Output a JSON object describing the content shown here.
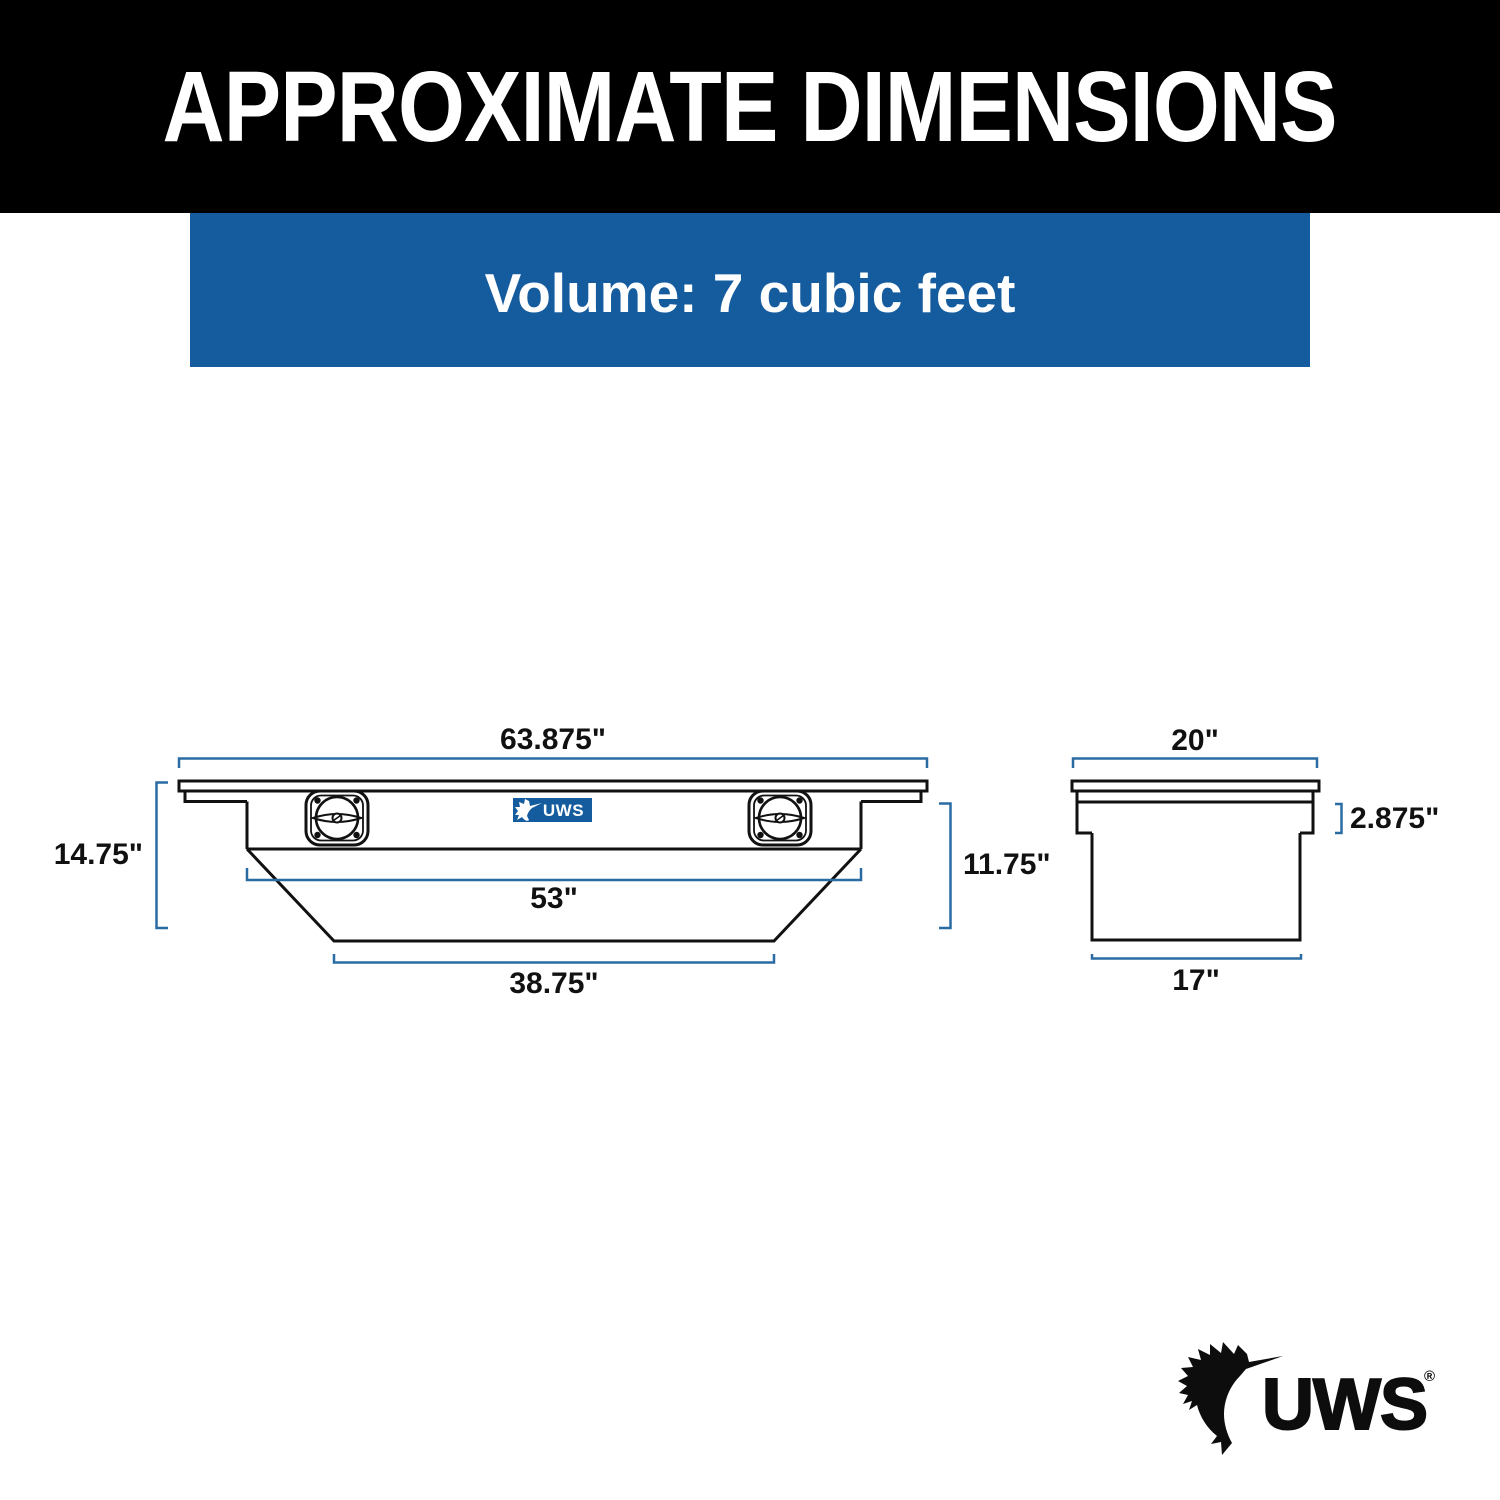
{
  "header": {
    "title": "APPROXIMATE DIMENSIONS"
  },
  "volume_banner": {
    "text": "Volume: 7 cubic feet"
  },
  "front_view": {
    "description": "front elevation of low-profile crossover truck tool box",
    "dims": {
      "top_width": "63.875\"",
      "body_width": "53\"",
      "bottom_width": "38.75\"",
      "overall_height": "14.75\"",
      "body_height": "11.75\""
    },
    "logo_text": "UWS"
  },
  "side_view": {
    "description": "end elevation of tool box",
    "dims": {
      "top_width": "20\"",
      "lid_height": "2.875\"",
      "bottom_width": "17\""
    }
  },
  "footer": {
    "brand": "UWS",
    "registered": "®"
  },
  "colors": {
    "banner_blue": "#155c9f",
    "dimension_blue": "#2a6ba3",
    "logo_plate_blue": "#155c9f",
    "line_black": "#111111",
    "brand_black": "#0d0d0d"
  }
}
